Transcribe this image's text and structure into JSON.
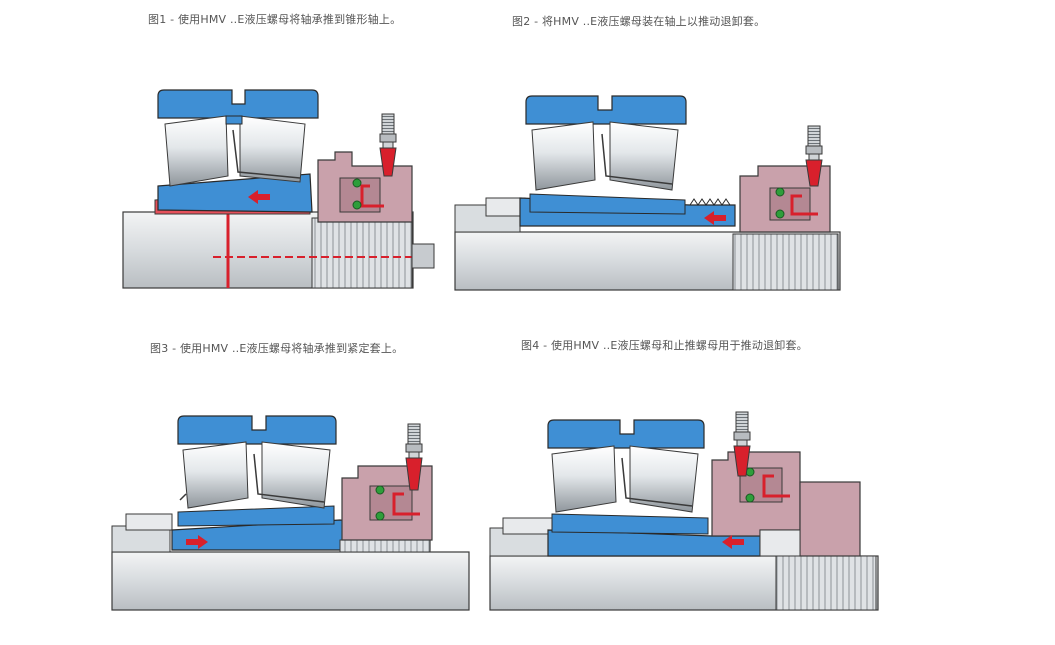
{
  "captions": {
    "fig1": "图1 - 使用HMV ..E液压螺母将轴承推到锥形轴上。",
    "fig2": "图2 - 将HMV ..E液压螺母装在轴上以推动退卸套。",
    "fig3": "图3 - 使用HMV ..E液压螺母将轴承推到紧定套上。",
    "fig4": "图4 - 使用HMV ..E液压螺母和止推螺母用于推动退卸套。"
  },
  "colors": {
    "bearing_blue": "#3f8fd4",
    "nut_pink": "#c9a1ab",
    "shaft_grey": "#d9dde0",
    "arrow_red": "#d8202c",
    "outline": "#3a3a3a",
    "seal_green": "#2e9e3a"
  },
  "figures": [
    {
      "id": "fig1",
      "arrow_direction": "left"
    },
    {
      "id": "fig2",
      "arrow_direction": "left"
    },
    {
      "id": "fig3",
      "arrow_direction": "right"
    },
    {
      "id": "fig4",
      "arrow_direction": "left"
    }
  ]
}
